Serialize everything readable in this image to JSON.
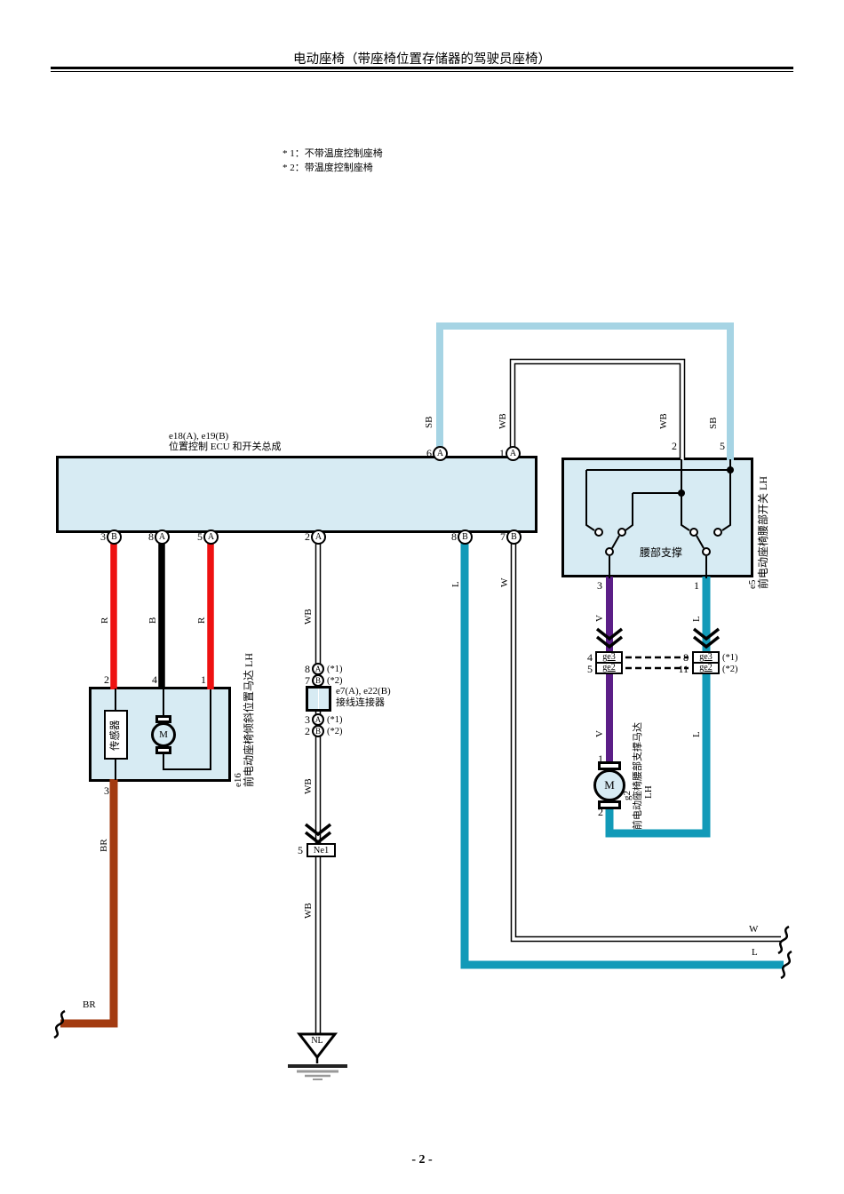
{
  "header": {
    "title": "电动座椅（带座椅位置存储器的驾驶员座椅）"
  },
  "notes": {
    "n1": "* 1：不带温度控制座椅",
    "n2": "* 2：带温度控制座椅"
  },
  "wires": {
    "sb": "SB",
    "wb": "WB",
    "r": "R",
    "b": "B",
    "l": "L",
    "w": "W",
    "v": "V",
    "br": "BR"
  },
  "ecu": {
    "label_line1": "e18(A), e19(B)",
    "label_line2": "位置控制 ECU 和开关总成",
    "top_pins": [
      {
        "num": "6",
        "letter": "A"
      },
      {
        "num": "1",
        "letter": "A"
      }
    ],
    "bottom_pins": [
      {
        "num": "3",
        "letter": "B"
      },
      {
        "num": "8",
        "letter": "A"
      },
      {
        "num": "5",
        "letter": "A"
      },
      {
        "num": "2",
        "letter": "A"
      },
      {
        "num": "8",
        "letter": "B"
      },
      {
        "num": "7",
        "letter": "B"
      }
    ]
  },
  "lumbar_switch": {
    "caption": "腰部支撑",
    "id": "e5",
    "name": "前电动座椅腰部开关 LH",
    "top_pin_2": "2",
    "top_pin_5": "5",
    "bottom_pin_3": "3",
    "bottom_pin_1": "1"
  },
  "junction": {
    "label_line1": "e7(A), e22(B)",
    "label_line2": "接线连接器",
    "pins_above": [
      {
        "num": "8",
        "letter": "A",
        "note": "(*1)"
      },
      {
        "num": "7",
        "letter": "B",
        "note": "(*2)"
      }
    ],
    "pins_below": [
      {
        "num": "3",
        "letter": "A",
        "note": "(*1)"
      },
      {
        "num": "2",
        "letter": "B",
        "note": "(*2)"
      }
    ]
  },
  "ge": {
    "left": [
      {
        "num": "4",
        "name": "ge3"
      },
      {
        "num": "5",
        "name": "ge2"
      }
    ],
    "right": [
      {
        "num": "8",
        "name": "ge3",
        "note": "(*1)"
      },
      {
        "num": "11",
        "name": "ge2",
        "note": "(*2)"
      }
    ]
  },
  "tilt_motor": {
    "id": "e16",
    "name": "前电动座椅倾斜位置马达 LH",
    "sensor": "传感器",
    "motor": "M",
    "pin_2": "2",
    "pin_4": "4",
    "pin_1": "1",
    "pin_3": "3"
  },
  "lumbar_motor": {
    "id": "g2",
    "name": "前电动座椅腰部支撑马达",
    "lh": "LH",
    "motor": "M",
    "pin_1": "1",
    "pin_2": "2"
  },
  "ne1": {
    "num": "5",
    "label": "Ne1"
  },
  "ground": {
    "label": "NL"
  },
  "footer": {
    "page": "- 2 -"
  },
  "colors": {
    "boxfill": "#d7ebf3",
    "teal": "#129ab8",
    "sb": "#a6d4e4",
    "purple": "#5b1e87",
    "red": "#ee1111",
    "brown": "#a33b11"
  }
}
